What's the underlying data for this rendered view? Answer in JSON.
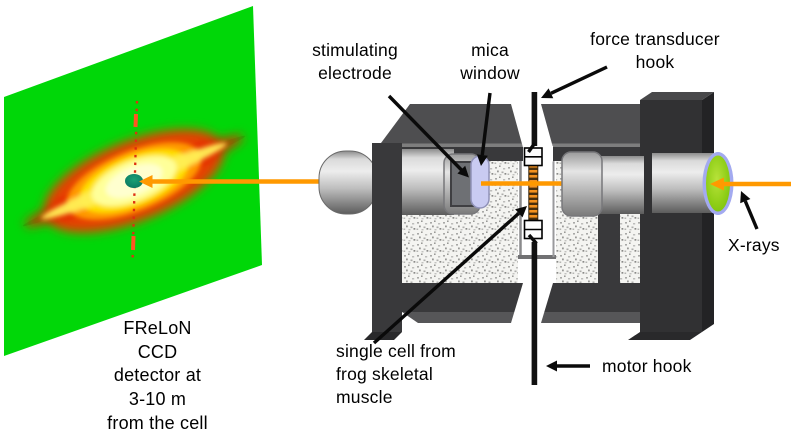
{
  "figure": {
    "type": "experimental-setup-diagram",
    "labels": {
      "stimulating_electrode": "stimulating\nelectrode",
      "mica_window": "mica\nwindow",
      "force_transducer_hook": "force transducer\nhook",
      "xrays": "X-rays",
      "single_cell": "single cell from\nfrog skeletal\nmuscle",
      "motor_hook": "motor hook",
      "detector_caption": "FReLoN\nCCD\ndetector at\n3-10 m\nfrom the cell"
    },
    "colors": {
      "beam_orange": "#FF9900",
      "detector_green": "#00D708",
      "diffraction_red": "#FF3000",
      "diffraction_yellow": "#FFE000",
      "diffraction_core": "#FFFFCF",
      "beamstop_teal": "#0E8066",
      "chamber_frame_dark": "#39393B",
      "chamber_top_gray": "#4E4E50",
      "interior_speckle_bg": "#F4F4F1",
      "cylinder_gray": "#BDBDBD",
      "mica_lavender": "#C9CBF2",
      "xray_port_green": "#8FCE17",
      "muscle_orange": "#F5921E",
      "arrow_black": "#0A0A0A"
    }
  }
}
